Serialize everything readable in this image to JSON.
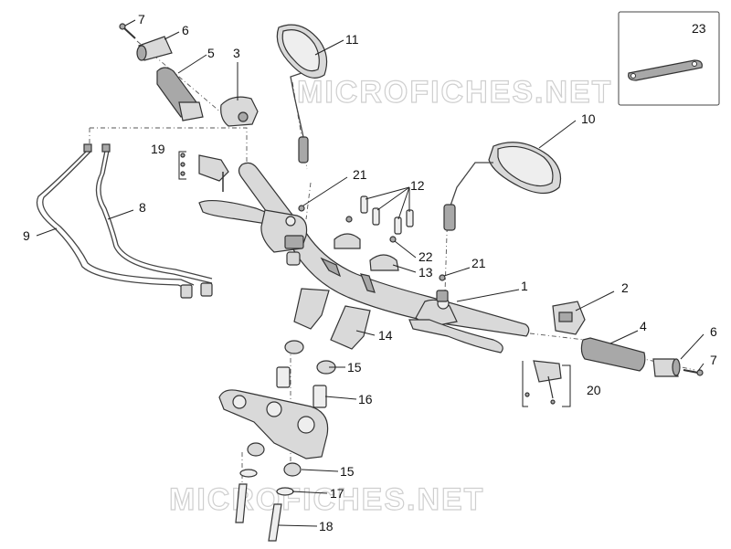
{
  "diagram": {
    "callouts": {
      "c1": "1",
      "c2": "2",
      "c3": "3",
      "c4": "4",
      "c5": "5",
      "c6a": "6",
      "c6b": "6",
      "c7a": "7",
      "c7b": "7",
      "c8": "8",
      "c9": "9",
      "c10": "10",
      "c11": "11",
      "c12": "12",
      "c13": "13",
      "c14": "14",
      "c15a": "15",
      "c15b": "15",
      "c16": "16",
      "c17": "17",
      "c18": "18",
      "c19": "19",
      "c20": "20",
      "c21a": "21",
      "c21b": "21",
      "c22": "22",
      "c23": "23"
    },
    "watermark_top": "MICROFICHES.NET",
    "watermark_bottom": "MICROFICHES.NET"
  }
}
